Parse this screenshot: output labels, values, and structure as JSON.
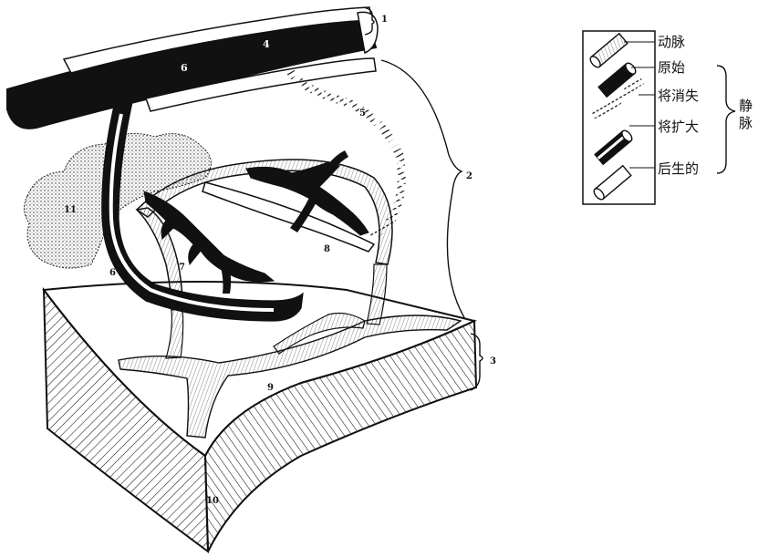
{
  "figure": {
    "labels": {
      "n1": "1",
      "n2": "2",
      "n3": "3",
      "n4": "4",
      "n5": "5",
      "n6": "6",
      "n6b": "6",
      "n7": "7",
      "n8": "8",
      "n9": "9",
      "n10": "10",
      "n11": "11"
    }
  },
  "legend": {
    "items": [
      {
        "label": "动脉",
        "icon": "artery-tube-icon"
      },
      {
        "label": "原始",
        "icon": "primitive-vein-tube-icon"
      },
      {
        "label": "将消失",
        "icon": "vanishing-vein-icon"
      },
      {
        "label": "将扩大",
        "icon": "enlarging-vein-tube-icon"
      },
      {
        "label": "后生的",
        "icon": "secondary-vein-tube-icon"
      }
    ],
    "group_label_chars": [
      "静",
      "脉"
    ]
  },
  "colors": {
    "ink": "#111111",
    "paper": "#ffffff"
  }
}
